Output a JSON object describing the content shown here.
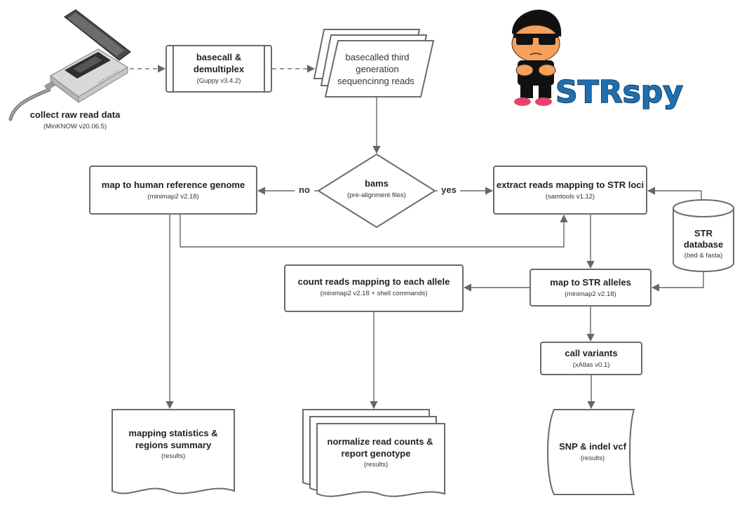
{
  "logo": {
    "text": "STRspy",
    "mascot_icon": "cartoon-mascot-with-sunglasses",
    "colors": {
      "text": "#1e6fb0",
      "shoes": "#e8416b",
      "skin": "#f6a05a"
    }
  },
  "device": {
    "icon": "minion-sequencer-device",
    "label": "collect raw read data",
    "sublabel": "(MinKNOW v20.06.5)"
  },
  "basecall": {
    "line1": "basecall &",
    "line2": "demultiplex",
    "sub": "(Guppy v3.4.2)"
  },
  "reads": {
    "line1": "basecalled third",
    "line2": "generation",
    "line3": "sequencinng reads"
  },
  "decision": {
    "title": "bams",
    "sub": "(pre-alignment files)",
    "no": "no",
    "yes": "yes"
  },
  "map_ref": {
    "title": "map to human reference genome",
    "sub": "(minimap2 v2.18)"
  },
  "extract": {
    "title": "extract reads mapping to STR loci",
    "sub": "(samtools v1.12)"
  },
  "str_db": {
    "line1": "STR",
    "line2": "database",
    "sub": "(bed & fasta)"
  },
  "map_alleles": {
    "title": "map to STR alleles",
    "sub": "(minimap2 v2.18)"
  },
  "count": {
    "title": "count reads mapping to each allele",
    "sub": "(minimap2 v2.18 + shell commands)"
  },
  "call": {
    "title": "call variants",
    "sub": "(xAtlas v0.1)"
  },
  "out_stats": {
    "line1": "mapping statistics &",
    "line2": "regions summary",
    "sub": "(results)"
  },
  "out_norm": {
    "line1": "normalize read counts &",
    "line2": "report genotype",
    "sub": "(results)"
  },
  "out_vcf": {
    "title": "SNP & indel vcf",
    "sub": "(results)"
  }
}
